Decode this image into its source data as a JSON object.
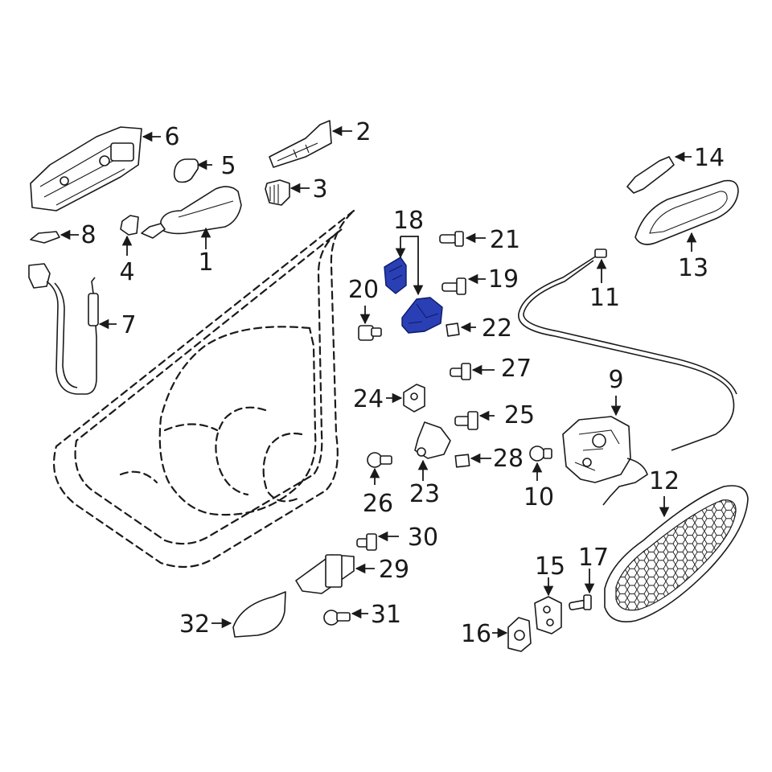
{
  "diagram": {
    "highlight_color": "#2a3fb4",
    "line_color": "#1a1a1a",
    "background": "#ffffff",
    "callouts": [
      "1",
      "2",
      "3",
      "4",
      "5",
      "6",
      "7",
      "8",
      "9",
      "10",
      "11",
      "12",
      "13",
      "14",
      "15",
      "16",
      "17",
      "18",
      "19",
      "20",
      "21",
      "22",
      "23",
      "24",
      "25",
      "26",
      "27",
      "28",
      "29",
      "30",
      "31",
      "32"
    ],
    "highlighted_callouts": [
      "18"
    ]
  }
}
